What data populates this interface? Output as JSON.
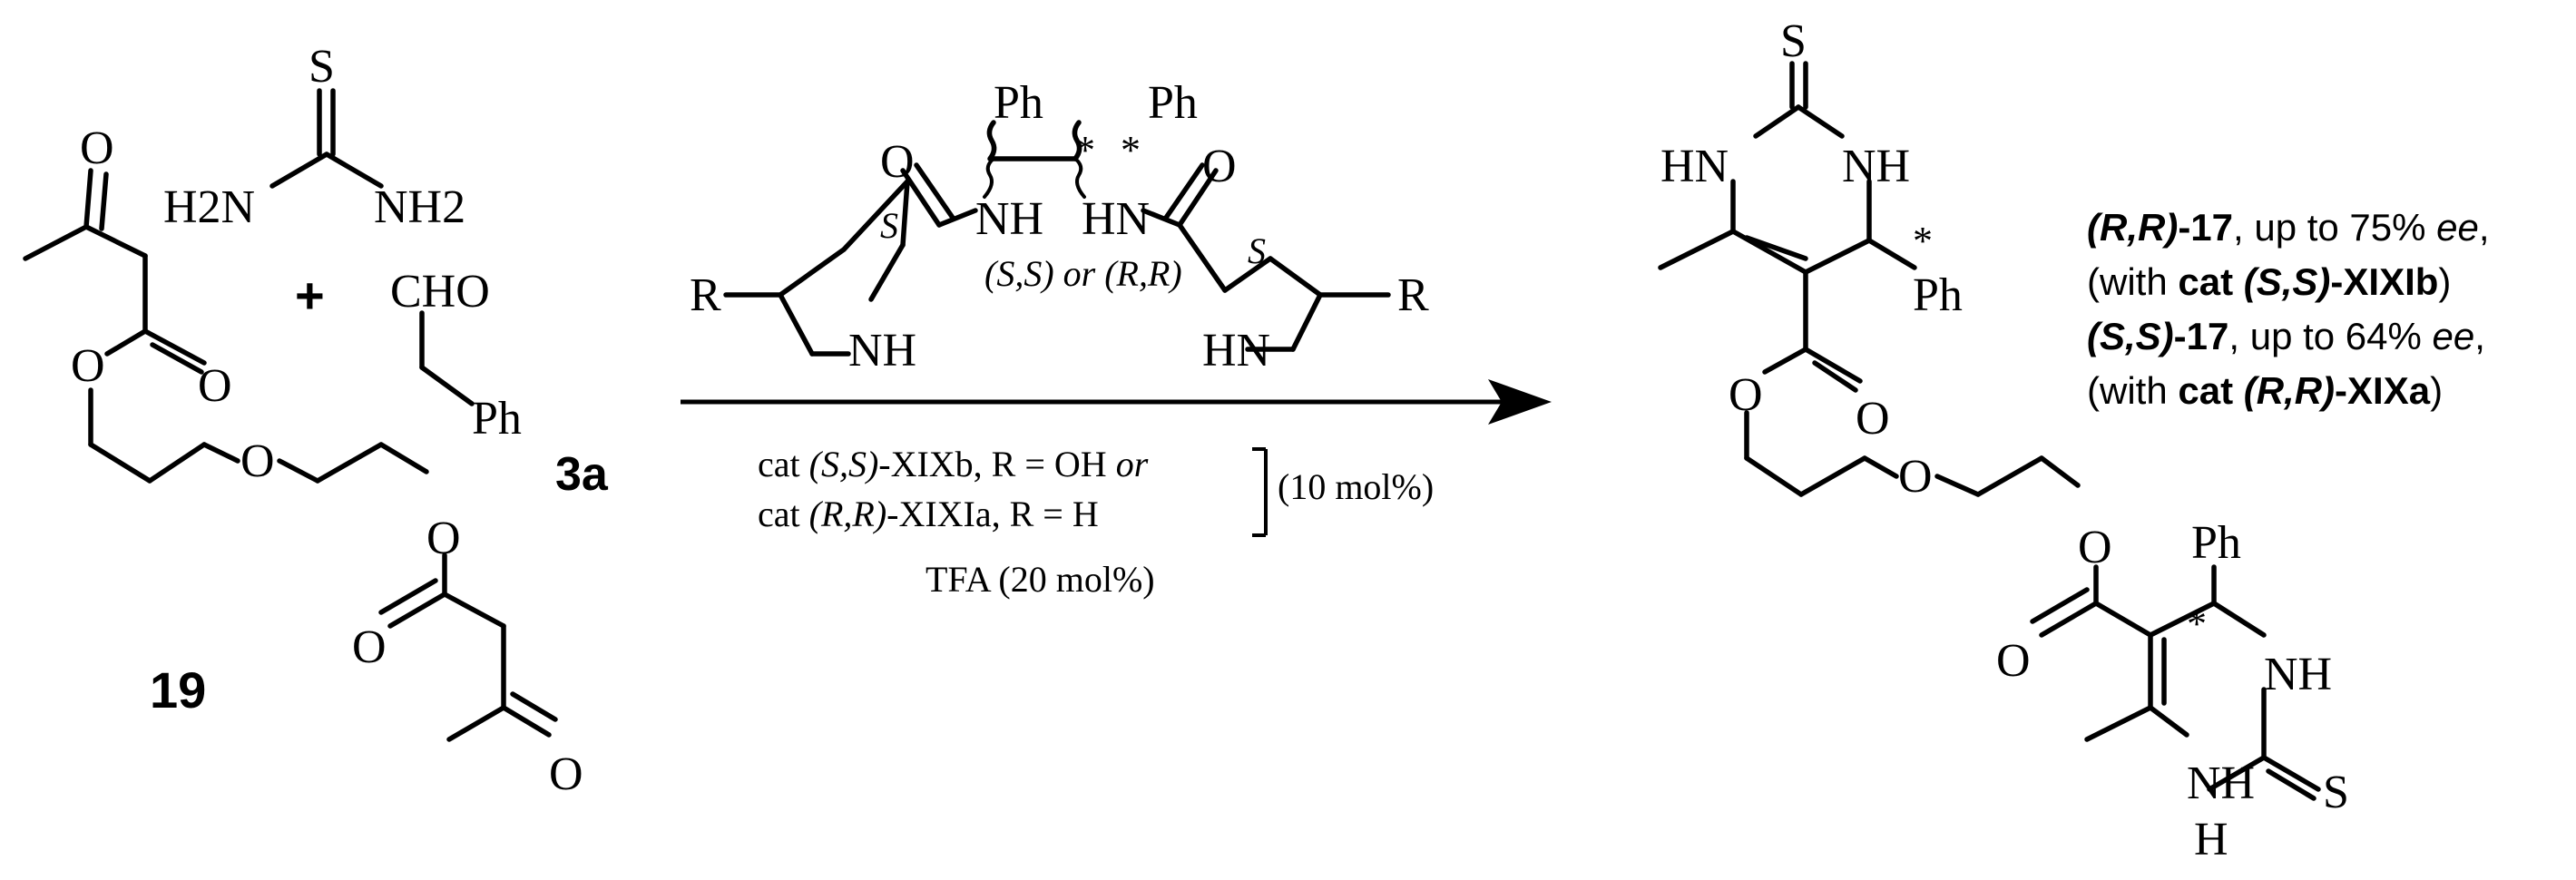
{
  "reactants": {
    "diketoester_label": "19",
    "thiourea": {
      "s": "S",
      "nh2_left": "H2N",
      "nh2_right": "NH2"
    },
    "aldehyde": {
      "cho": "CHO",
      "ph": "Ph",
      "label": "3a"
    },
    "plus": "+",
    "atoms": {
      "o": "O"
    }
  },
  "catalyst": {
    "ph": "Ph",
    "nh": "NH",
    "hn": "HN",
    "o": "O",
    "r": "R",
    "s_stereo": "S",
    "star": "*",
    "stereo_note_a": "(S,S)",
    "stereo_note_mid": " or ",
    "stereo_note_b": "(R,R)"
  },
  "conditions": {
    "line1_prefix": "cat ",
    "line1_stereo": "(S,S)",
    "line1_rest": "-XIXb, R = OH ",
    "line1_or": "or",
    "line2_prefix": "cat ",
    "line2_stereo": "(R,R)",
    "line2_rest": "-XIXIa, R = H",
    "loading": "(10 mol%)",
    "additive": "TFA (20 mol%)"
  },
  "product": {
    "s": "S",
    "hn": "HN",
    "nh": "NH",
    "h": "H",
    "ph": "Ph",
    "o": "O",
    "star": "*"
  },
  "results": {
    "line1_stereo": "(R,R)",
    "line1_compound": "-17",
    "line1_rest": ", up to 75% ",
    "line1_ee": "ee",
    "line1_end": ",",
    "line2_open": "(with ",
    "line2_cat": "cat ",
    "line2_stereo": "(S,S)",
    "line2_name": "-XIXIb",
    "line2_close": ")",
    "line3_stereo": "(S,S)",
    "line3_compound": "-17",
    "line3_rest": ", up to 64% ",
    "line3_ee": "ee",
    "line3_end": ",",
    "line4_open": "(with ",
    "line4_cat": "cat ",
    "line4_stereo": "(R,R)",
    "line4_name": "-XIXa",
    "line4_close": ")"
  }
}
